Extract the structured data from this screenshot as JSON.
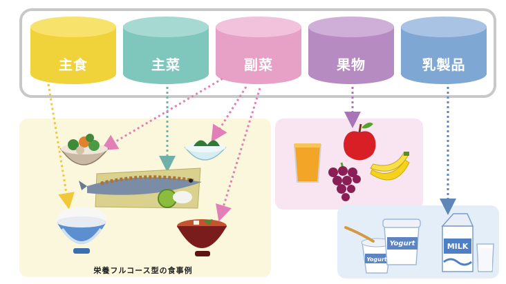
{
  "categories": [
    {
      "label": "主食",
      "color": "#f0d23a",
      "cap": "#f7e36c"
    },
    {
      "label": "主菜",
      "color": "#7fc6bc",
      "cap": "#a5d9d1"
    },
    {
      "label": "副菜",
      "color": "#e7a1c6",
      "cap": "#f2c2dc"
    },
    {
      "label": "果物",
      "color": "#b68bc2",
      "cap": "#cfaed8"
    },
    {
      "label": "乳製品",
      "color": "#7fa7d4",
      "cap": "#a8c3e4"
    }
  ],
  "caption": "栄養フルコース型の食事例",
  "yogurt_label": "Yogurt",
  "milk_label": "MILK",
  "colors": {
    "meal_panel": "#fbf7dc",
    "fruit_panel": "#f8e5f1",
    "dairy_panel": "#e4eef9",
    "frame": "#c8c8c8"
  }
}
